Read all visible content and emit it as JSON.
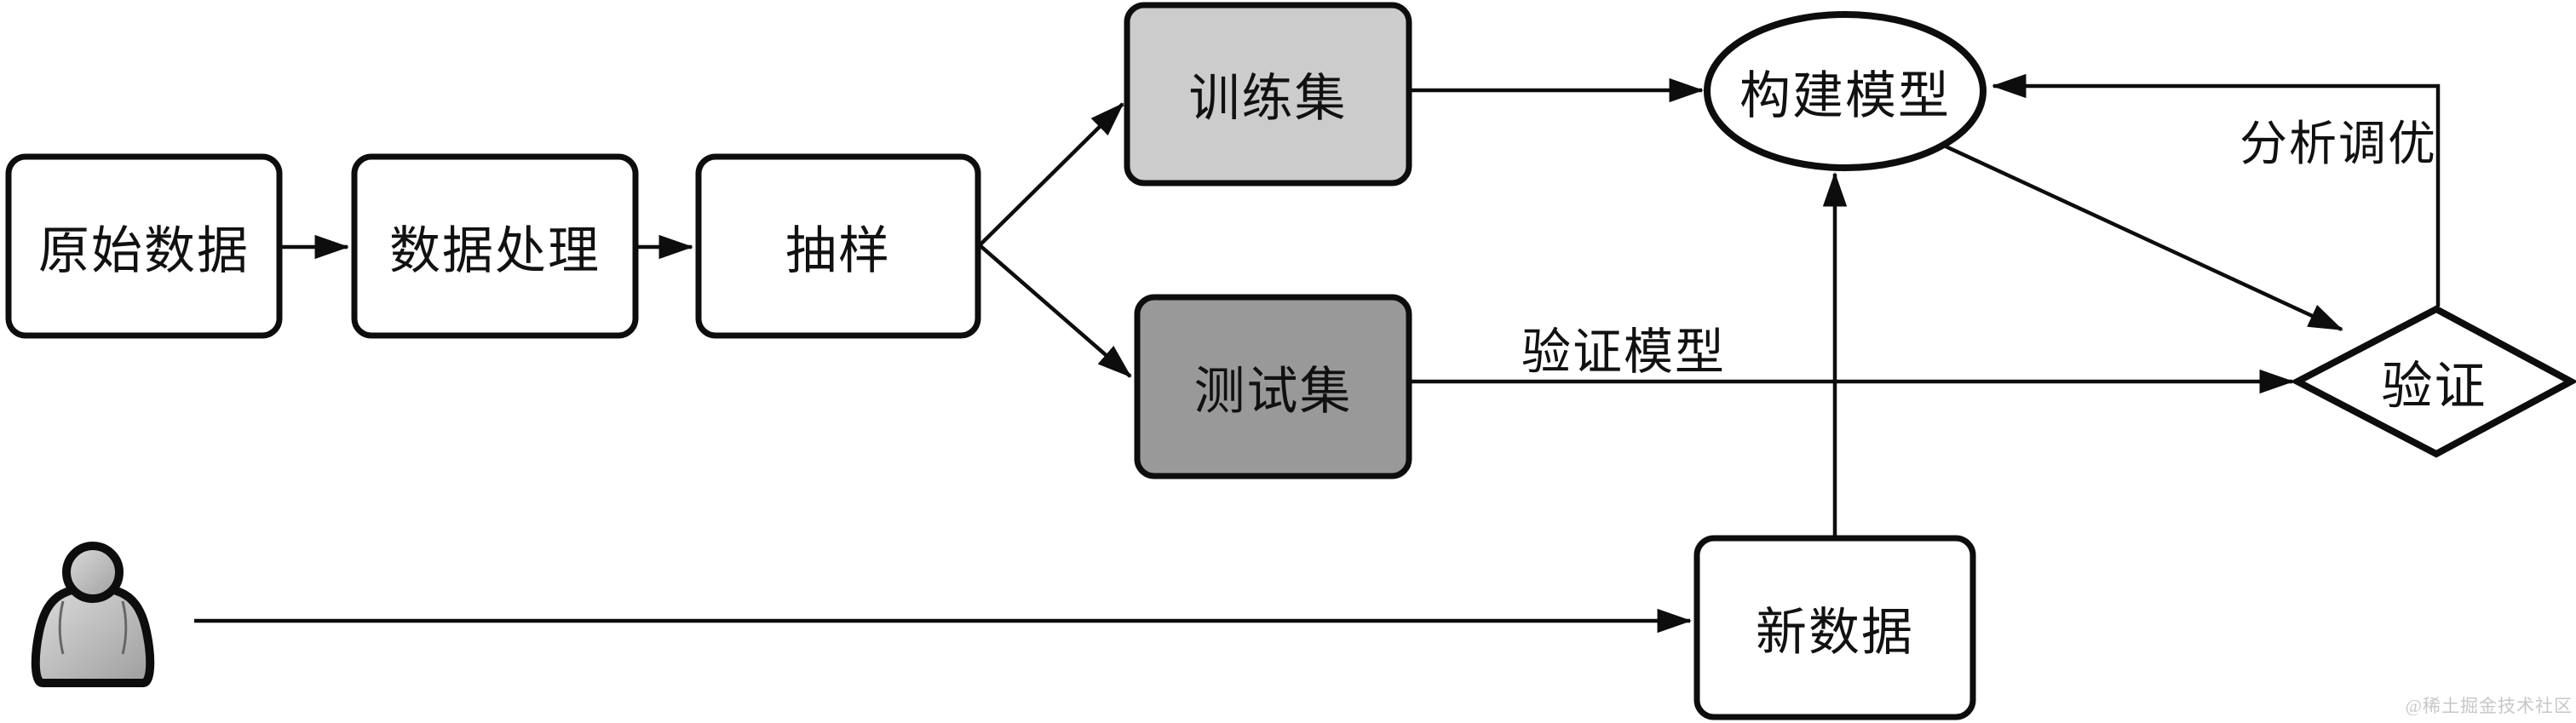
{
  "diagram": {
    "type": "flowchart",
    "nodes": {
      "raw": {
        "label": "原始数据",
        "shape": "rect"
      },
      "process": {
        "label": "数据处理",
        "shape": "rect"
      },
      "sample": {
        "label": "抽样",
        "shape": "rect"
      },
      "train": {
        "label": "训练集",
        "shape": "rect"
      },
      "test": {
        "label": "测试集",
        "shape": "rect"
      },
      "build_model": {
        "label": "构建模型",
        "shape": "ellipse"
      },
      "validate": {
        "label": "验证",
        "shape": "diamond"
      },
      "new_data": {
        "label": "新数据",
        "shape": "rect"
      }
    },
    "edges": [
      {
        "from": "原始数据",
        "to": "数据处理",
        "label": ""
      },
      {
        "from": "数据处理",
        "to": "抽样",
        "label": ""
      },
      {
        "from": "抽样",
        "to": "训练集",
        "label": ""
      },
      {
        "from": "抽样",
        "to": "测试集",
        "label": ""
      },
      {
        "from": "训练集",
        "to": "构建模型",
        "label": ""
      },
      {
        "from": "测试集",
        "to": "验证",
        "label": "验证模型"
      },
      {
        "from": "构建模型",
        "to": "验证",
        "label": ""
      },
      {
        "from": "验证",
        "to": "构建模型",
        "label": "分析调优"
      },
      {
        "from": "新数据",
        "to": "构建模型",
        "label": ""
      },
      {
        "from": "用户",
        "to": "新数据",
        "label": ""
      }
    ],
    "icons": {
      "person": "person-icon"
    },
    "colors": {
      "node_fill": "#ffffff",
      "train_fill": "#cccccc",
      "test_fill": "#999999",
      "stroke": "#0d0d0d",
      "person_fill_light": "#d8d8d8",
      "person_fill_dark": "#9e9e9e"
    },
    "watermark": "@稀土掘金技术社区"
  }
}
